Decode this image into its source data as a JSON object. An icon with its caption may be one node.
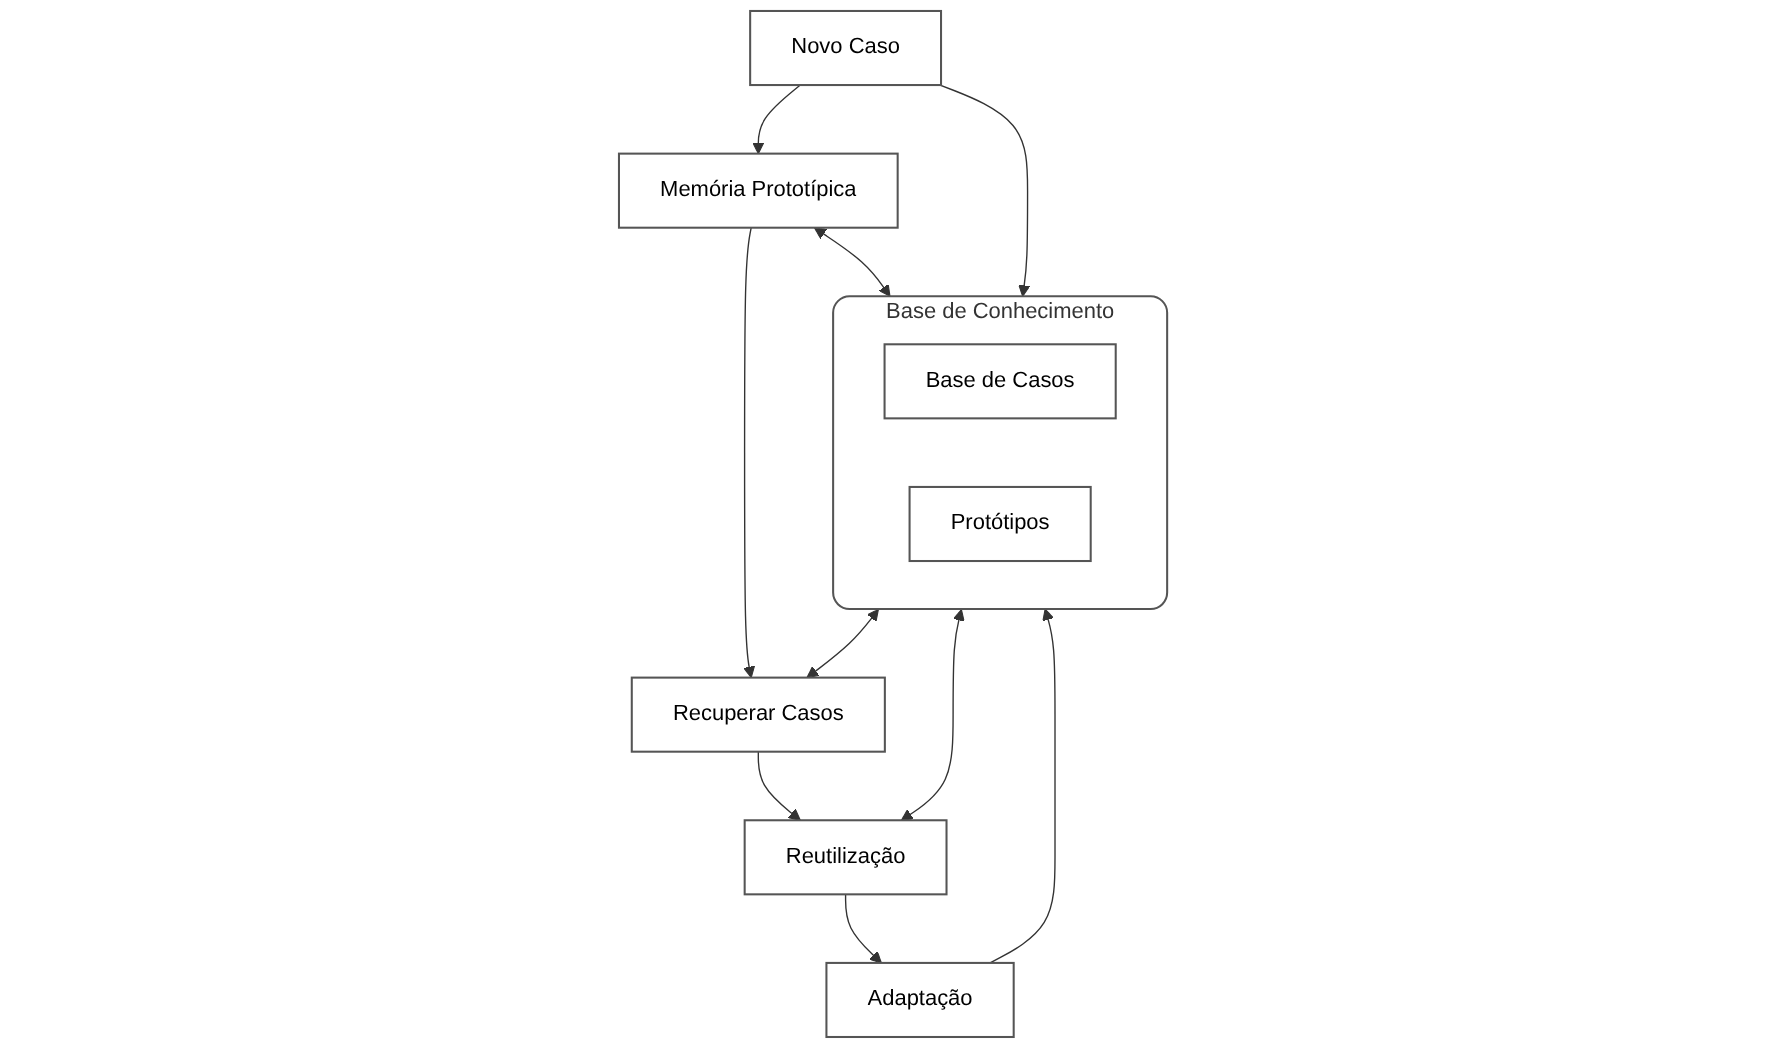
{
  "diagram": {
    "nodes": [
      {
        "text": [
          "Novo Caso"
        ]
      },
      {
        "text": [
          "Memória Prototípica"
        ]
      },
      {
        "text": [
          "Adaptação"
        ]
      },
      {
        "text": [
          "Base de Conhecimento"
        ]
      },
      {
        "text": [
          "Base de Casos"
        ],
        "in": 3
      },
      {
        "text": [
          "Protótipos"
        ],
        "in": 3
      },
      {
        "text": [
          "Recuperar Casos"
        ]
      },
      {
        "text": [
          "Reutilização"
        ]
      }
    ],
    "edges": [
      {
        "from": 0,
        "to": 1,
        "arrow": "to"
      },
      {
        "from": 0,
        "to": 3,
        "arrow": "to"
      },
      {
        "from": 2,
        "to": 3,
        "arrow": "to"
      },
      {
        "from": 1,
        "to": 3,
        "arrow": "both"
      },
      {
        "from": 1,
        "to": 6,
        "arrow": "to"
      },
      {
        "from": 3,
        "to": 6,
        "arrow": "both"
      },
      {
        "from": 6,
        "to": 7,
        "arrow": "to"
      },
      {
        "from": 3,
        "to": 7,
        "arrow": "both"
      },
      {
        "from": 7,
        "to": 2,
        "arrow": "to"
      }
    ]
  }
}
